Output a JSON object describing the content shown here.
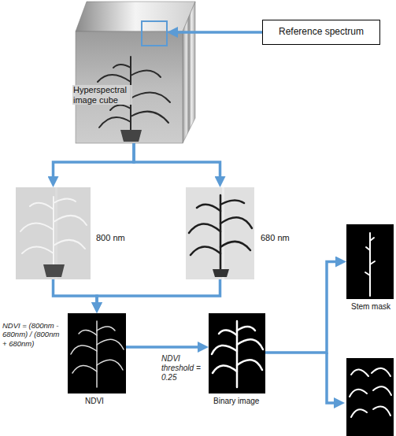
{
  "diagram": {
    "nodes": [
      {
        "text": [
          "Reference spectrum"
        ]
      },
      {
        "text": [
          "Hyperspectral image cube"
        ]
      },
      {
        "text": [
          "800 nm"
        ]
      },
      {
        "text": [
          "680 nm"
        ]
      },
      {
        "text": [
          "NDVI"
        ]
      },
      {
        "text": [
          "Binary image"
        ]
      },
      {
        "text": [
          "Stem mask"
        ]
      }
    ],
    "edges": [
      {
        "from": 0,
        "to": 1,
        "arrow": "to"
      },
      {
        "from": 1,
        "to": 2,
        "arrow": "to"
      },
      {
        "from": 1,
        "to": 3,
        "arrow": "to"
      },
      {
        "from": 2,
        "to": 4,
        "arrow": "to"
      },
      {
        "from": 3,
        "to": 4,
        "arrow": "to"
      },
      {
        "from": 4,
        "to": 5,
        "arrow": "to",
        "label": "NDVI threshold = 0.25"
      },
      {
        "from": 5,
        "to": 6,
        "arrow": "to"
      }
    ],
    "labels": [
      "NDVI = (800nm - 680nm) / (800nm + 680nm)"
    ]
  }
}
